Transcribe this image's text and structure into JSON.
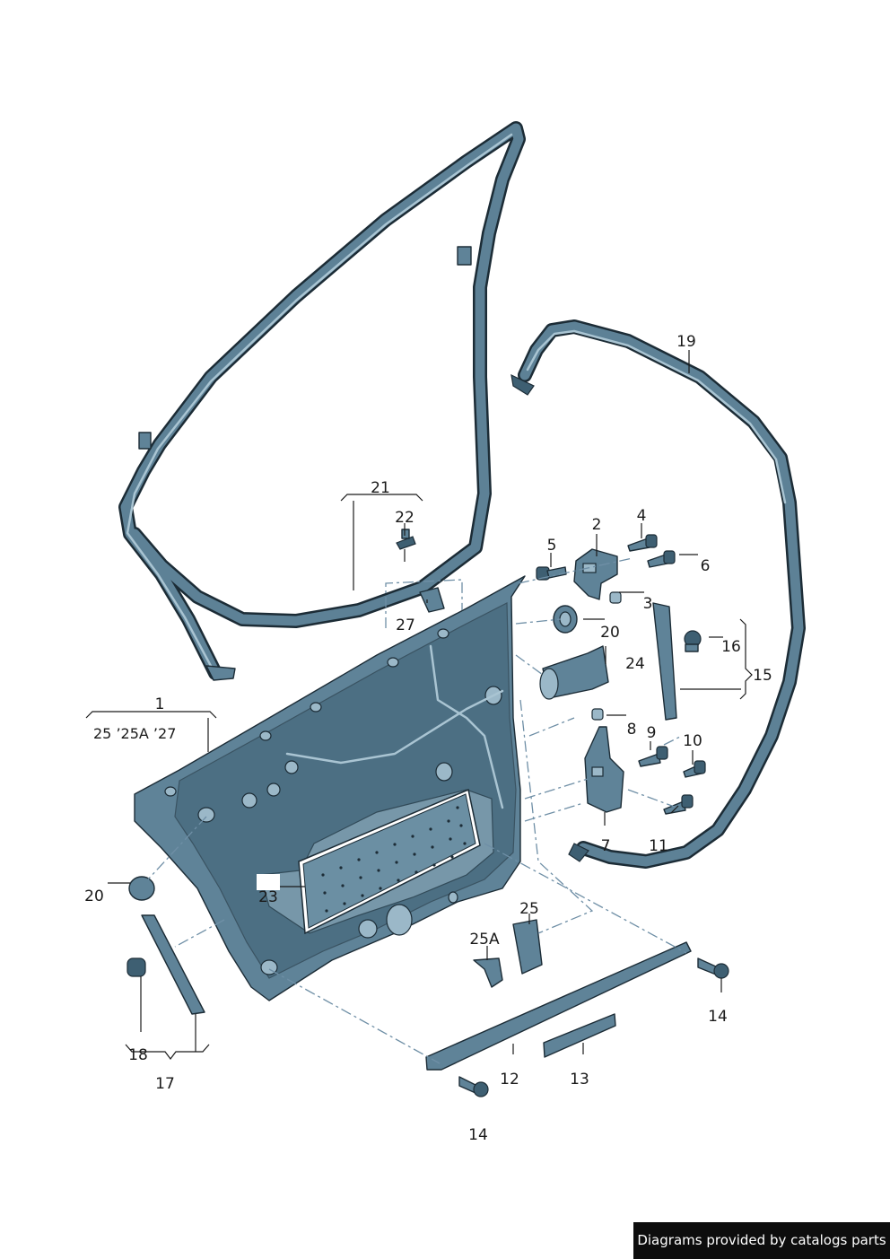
{
  "callouts": {
    "c1": "1",
    "c1_sub": "25 ’25A  ’27",
    "c2": "2",
    "c3": "3",
    "c4": "4",
    "c5": "5",
    "c6": "6",
    "c7": "7",
    "c8": "8",
    "c9": "9",
    "c10": "10",
    "c11": "11",
    "c12": "12",
    "c13": "13",
    "c14a": "14",
    "c14b": "14",
    "c15": "15",
    "c16": "16",
    "c17": "17",
    "c18": "18",
    "c19": "19",
    "c20a": "20",
    "c20b": "20",
    "c21": "21",
    "c22": "22",
    "c23": "23",
    "c24": "24",
    "c25": "25",
    "c25A": "25A",
    "c27": "27"
  },
  "footer": {
    "text": "Diagrams provided by catalogs parts"
  },
  "colors": {
    "part_fill": "#5f8398",
    "outline": "#1c2c36",
    "highlight": "#a9c4d2",
    "footer_bg": "#0d0d0d"
  }
}
